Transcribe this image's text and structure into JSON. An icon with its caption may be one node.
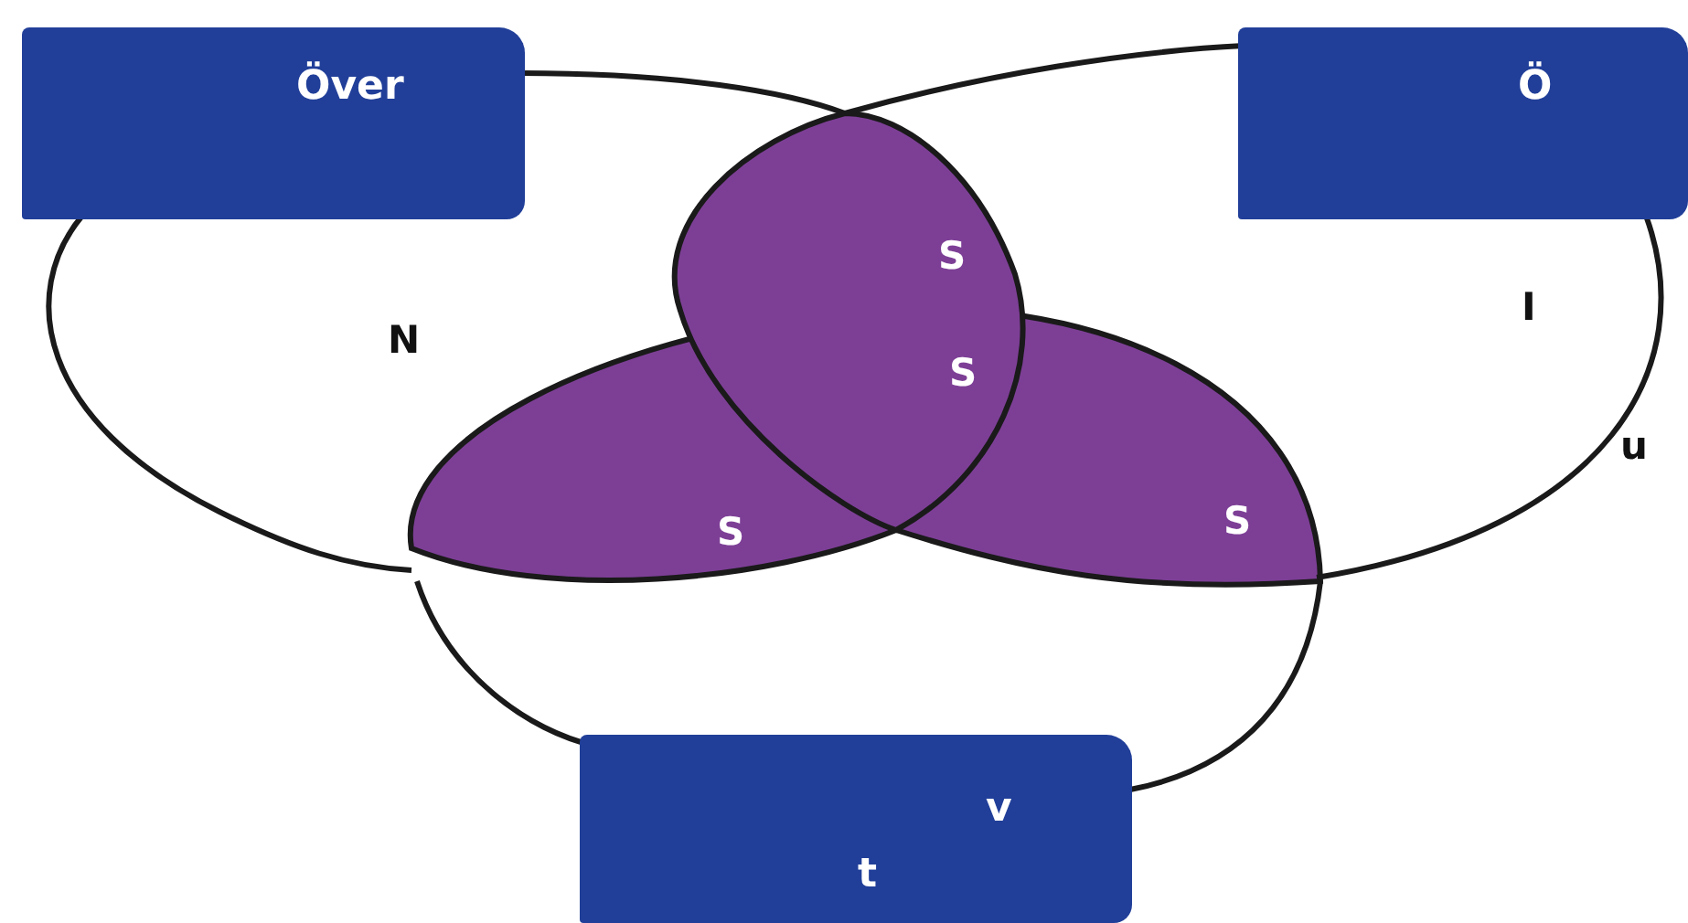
{
  "diagram": {
    "nodes": [
      {
        "text": [
          "Över"
        ]
      },
      {
        "text": [
          "Ö"
        ]
      },
      {
        "text": [
          "v",
          "t"
        ]
      }
    ],
    "labels": [
      "S",
      "I",
      "N",
      "S",
      "u",
      "S",
      "S"
    ]
  }
}
